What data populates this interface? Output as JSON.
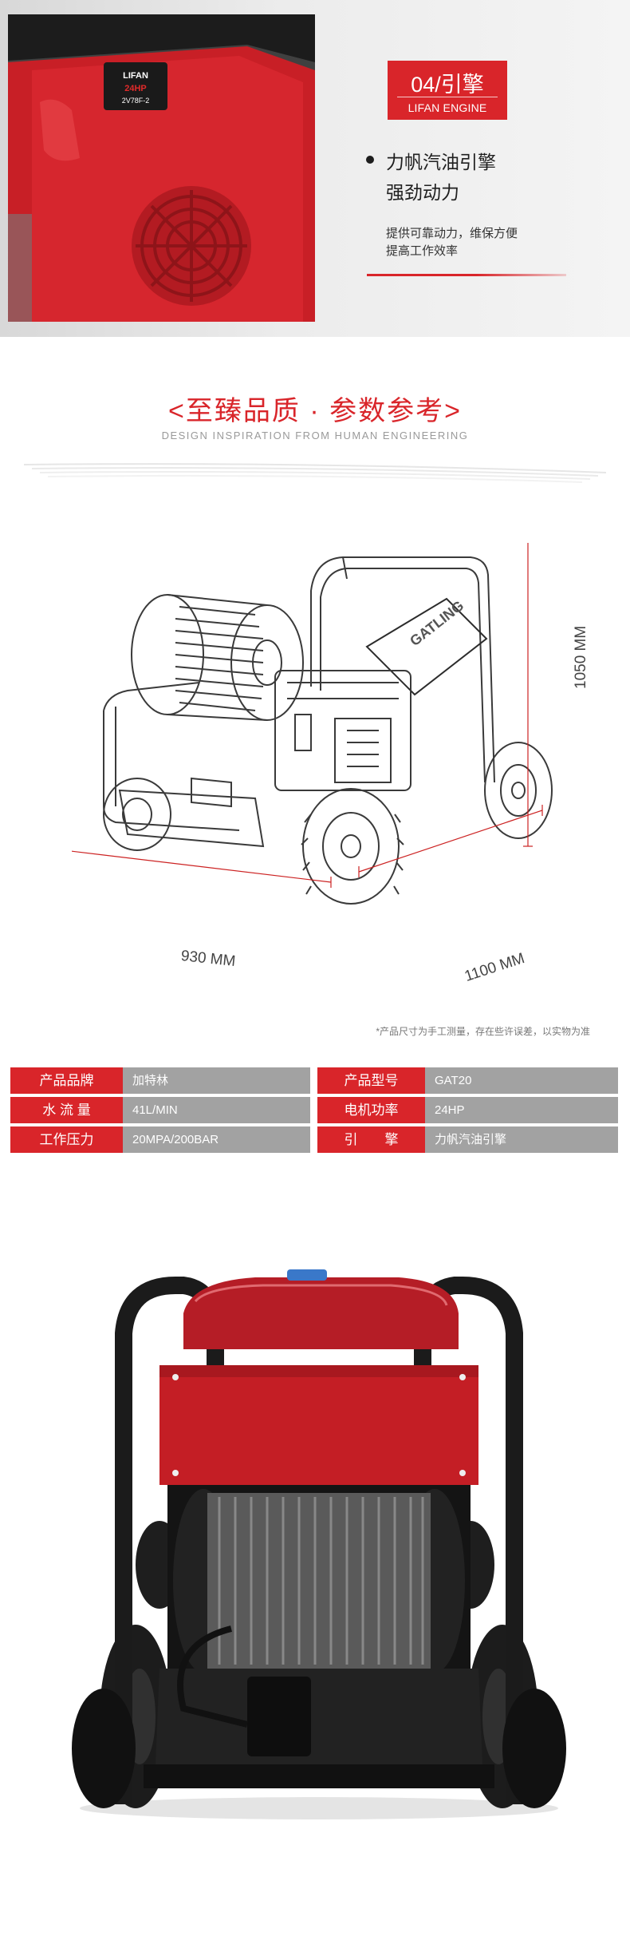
{
  "engine_section": {
    "badge_title": "04/引擎",
    "badge_subtitle": "LIFAN ENGINE",
    "headline_line1": "力帆汽油引擎",
    "headline_line2": "强劲动力",
    "desc_line1": "提供可靠动力，维保方便",
    "desc_line2": "提高工作效率",
    "photo_text": {
      "brand": "LIFAN",
      "hp": "24HP",
      "model": "2V78F-2"
    }
  },
  "params_section": {
    "title": "<至臻品质 · 参数参考>",
    "subtitle": "DESIGN INSPIRATION FROM HUMAN ENGINEERING",
    "drawing_brand": "GATLING",
    "dimensions": {
      "height": "1050 MM",
      "width": "930 MM",
      "depth": "1100 MM"
    },
    "note": "*产品尺寸为手工测量，存在些许误差，以实物为准"
  },
  "specs": {
    "left": [
      {
        "label": "产品品牌",
        "value": "加特林"
      },
      {
        "label": "水 流 量",
        "value": "41L/MIN"
      },
      {
        "label": "工作压力",
        "value": "20MPA/200BAR"
      }
    ],
    "right": [
      {
        "label": "产品型号",
        "value": "GAT20"
      },
      {
        "label": "电机功率",
        "value": "24HP"
      },
      {
        "label": "引　　擎",
        "value": "力帆汽油引擎"
      }
    ]
  },
  "colors": {
    "accent_red": "#d9252a",
    "value_gray": "#a2a2a2"
  }
}
